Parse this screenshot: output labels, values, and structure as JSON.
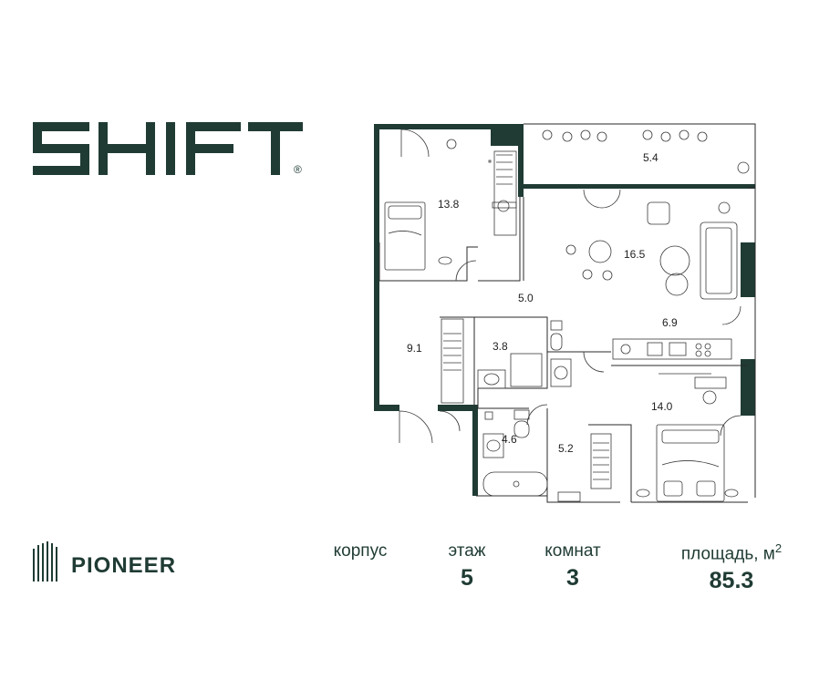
{
  "brand": {
    "name": "SHIFT",
    "registered_mark": "®",
    "developer": "PIONEER"
  },
  "colors": {
    "brand_dark_green": "#1f3b34",
    "background": "#ffffff"
  },
  "plan": {
    "rooms": [
      {
        "id": "balcony",
        "area": "5.4"
      },
      {
        "id": "bedroom-1",
        "area": "13.8"
      },
      {
        "id": "living-room",
        "area": "16.5"
      },
      {
        "id": "hall",
        "area": "5.0"
      },
      {
        "id": "kitchen",
        "area": "6.9"
      },
      {
        "id": "wardrobe-1",
        "area": "9.1"
      },
      {
        "id": "bathroom-1",
        "area": "3.8"
      },
      {
        "id": "bedroom-2",
        "area": "14.0"
      },
      {
        "id": "bathroom-2",
        "area": "4.6"
      },
      {
        "id": "wardrobe-2",
        "area": "5.2"
      }
    ]
  },
  "info": {
    "building": {
      "label": "корпус",
      "value": ""
    },
    "floor": {
      "label": "этаж",
      "value": "5"
    },
    "rooms": {
      "label": "комнат",
      "value": "3"
    },
    "area": {
      "label": "площадь, м",
      "sup": "2",
      "value": "85.3"
    }
  }
}
